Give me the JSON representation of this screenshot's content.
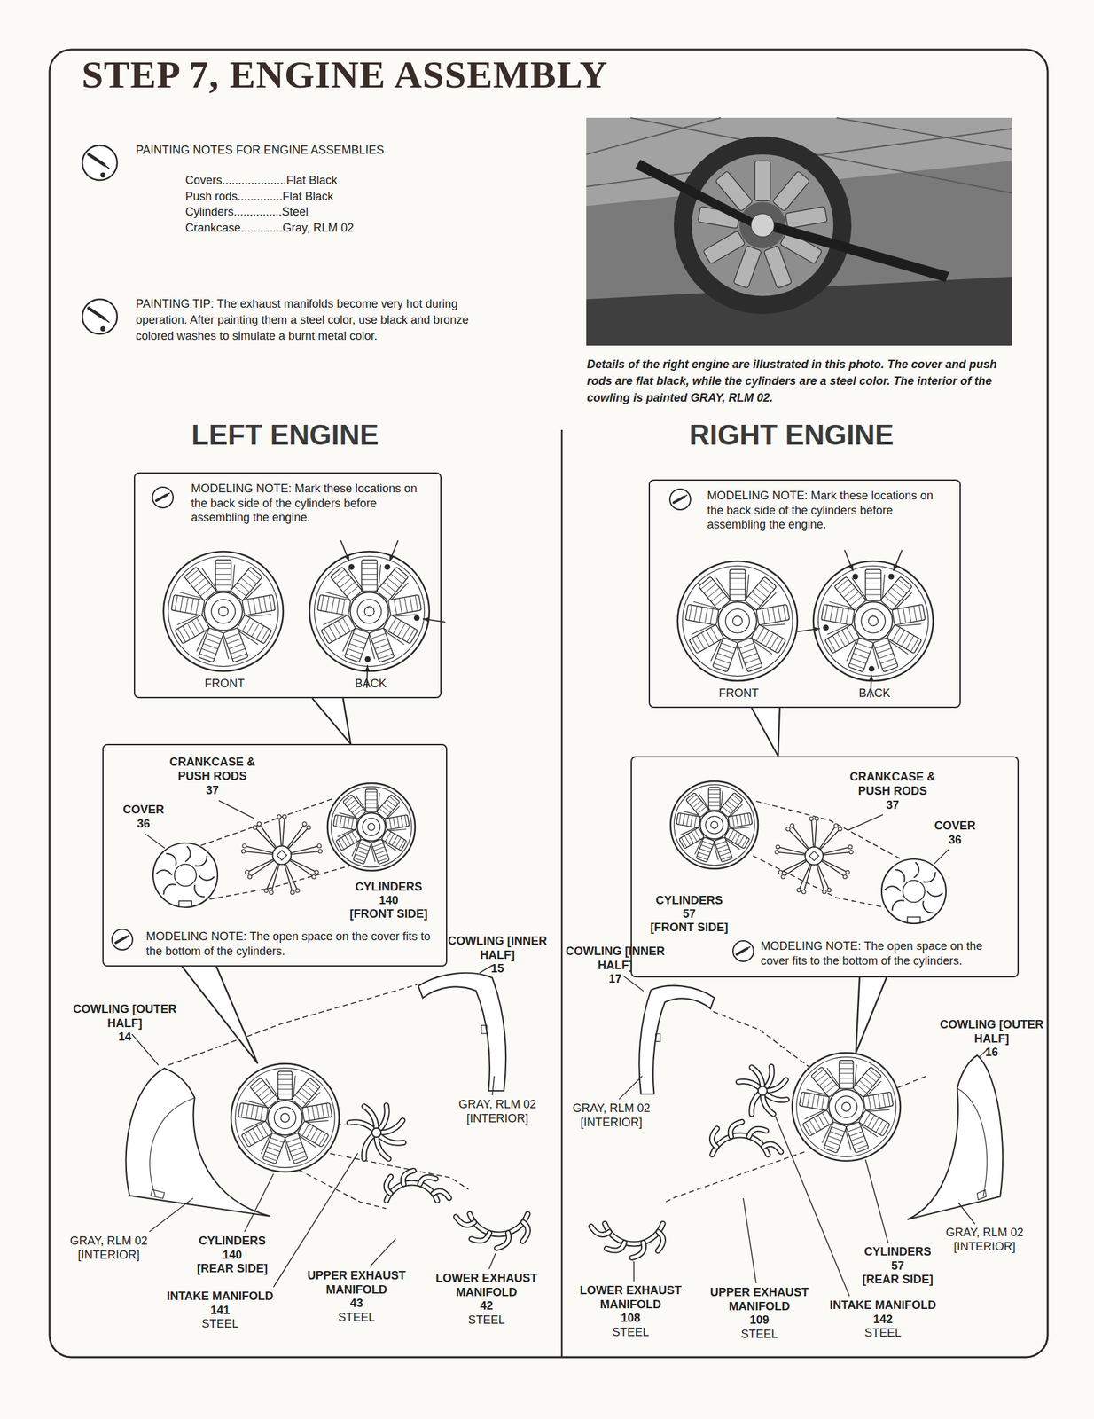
{
  "diagram": {
    "title": "STEP 7, ENGINE ASSEMBLY",
    "caption": "Details of the right engine are illustrated in this photo. The cover and push rods are flat black, while the cylinders are a steel color. The interior of the cowling is painted GRAY, RLM 02.",
    "nodes": [
      {
        "text": [
          "MODELING NOTE: Mark these locations on the back side of the cylinders before assembling the engine.",
          "FRONT",
          "BACK"
        ]
      },
      {
        "text": [
          "CRANKCASE & PUSH RODS",
          "37",
          "COVER",
          "36",
          "CYLINDERS",
          "140",
          "[FRONT SIDE]",
          "MODELING NOTE: The open space on the cover fits to the bottom of the cylinders."
        ]
      },
      {
        "text": [
          "MODELING NOTE: Mark these locations on the back side of the cylinders before assembling the engine.",
          "FRONT",
          "BACK"
        ]
      },
      {
        "text": [
          "CRANKCASE & PUSH RODS",
          "37",
          "COVER",
          "36",
          "CYLINDERS",
          "57",
          "[FRONT SIDE]",
          "MODELING NOTE: The open space on the cover fits to the bottom of the cylinders."
        ]
      }
    ],
    "edges": [
      {
        "from": 0,
        "to": 1,
        "arrow": "none"
      },
      {
        "from": 2,
        "to": 3,
        "arrow": "none"
      }
    ],
    "labels": [
      "LEFT ENGINE",
      "RIGHT ENGINE",
      "PAINTING NOTES FOR ENGINE ASSEMBLIES",
      "Covers....................Flat Black",
      "Push rods..............Flat Black",
      "Cylinders...............Steel",
      "Crankcase.............Gray, RLM 02",
      "PAINTING TIP: The exhaust manifolds become very hot during operation. After painting them a steel color, use black and bronze colored washes to simulate a burnt metal color.",
      "COWLING [OUTER HALF]",
      "14",
      "COWLING [INNER HALF]",
      "15",
      "GRAY, RLM 02 [INTERIOR]",
      "GRAY, RLM 02 [INTERIOR]",
      "CYLINDERS",
      "140",
      "[REAR SIDE]",
      "INTAKE MANIFOLD",
      "141",
      "STEEL",
      "UPPER EXHAUST MANIFOLD",
      "43",
      "STEEL",
      "LOWER EXHAUST MANIFOLD",
      "42",
      "STEEL",
      "COWLING [INNER HALF]",
      "17",
      "GRAY, RLM 02 [INTERIOR]",
      "COWLING [OUTER HALF]",
      "16",
      "GRAY, RLM 02 [INTERIOR]",
      "CYLINDERS",
      "57",
      "[REAR SIDE]",
      "LOWER EXHAUST MANIFOLD",
      "108",
      "STEEL",
      "UPPER EXHAUST MANIFOLD",
      "109",
      "STEEL",
      "INTAKE MANIFOLD",
      "142",
      "STEEL"
    ]
  }
}
